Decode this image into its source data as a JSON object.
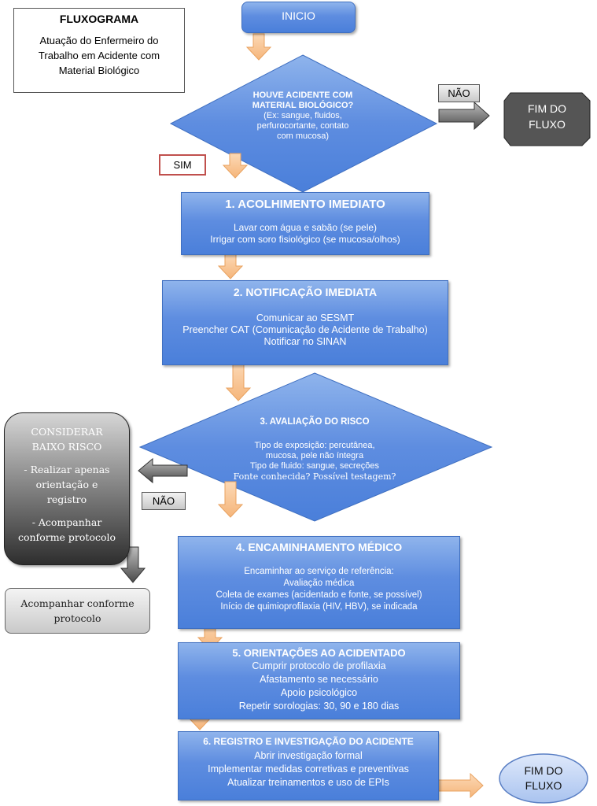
{
  "title_box": {
    "title": "FLUXOGRAMA",
    "subtitle_lines": [
      "Atuação do Enfermeiro do",
      "Trabalho em Acidente com",
      "Material Biológico"
    ]
  },
  "start": {
    "label": "INICIO"
  },
  "decision1": {
    "heading_lines": [
      "HOUVE ACIDENTE COM",
      "MATERIAL BIOLÓGICO?"
    ],
    "detail_lines": [
      "(Ex: sangue, fluidos,",
      "perfurocortante, contato",
      "com mucosa)"
    ]
  },
  "no_label_1": "NÃO",
  "end_top": {
    "lines": [
      "FIM DO",
      "FLUXO"
    ]
  },
  "yes_label": "SIM",
  "step1": {
    "title": "1.  ACOLHIMENTO IMEDIATO",
    "lines": [
      "Lavar com água e sabão (se pele)",
      "Irrigar com soro fisiológico (se mucosa/olhos)"
    ]
  },
  "step2": {
    "title": "2. NOTIFICAÇÃO IMEDIATA",
    "lines": [
      "Comunicar ao SESMT",
      "Preencher CAT (Comunicação de Acidente de Trabalho)",
      "Notificar no SINAN"
    ]
  },
  "decision2": {
    "heading": "3. AVALIAÇÃO DO RISCO",
    "lines": [
      "Tipo de exposição: percutânea,",
      "mucosa, pele não íntegra",
      "Tipo de fluido: sangue, secreções",
      "Fonte conhecida? Possível testagem?"
    ]
  },
  "no_label_2": "NÃO",
  "low_risk": {
    "lines": [
      "CONSIDERAR",
      "BAIXO RISCO",
      "",
      "- Realizar apenas",
      "orientação e",
      "registro",
      "",
      "- Acompanhar",
      "conforme protocolo"
    ]
  },
  "follow_box": {
    "lines": [
      "Acompanhar conforme",
      "protocolo"
    ]
  },
  "step4": {
    "title": "4. ENCAMINHAMENTO MÉDICO",
    "lines": [
      "Encaminhar ao serviço de referência:",
      "Avaliação médica",
      "Coleta de exames (acidentado e fonte, se possível)",
      "Início de quimioprofilaxia (HIV, HBV), se indicada"
    ]
  },
  "step5": {
    "title": "5. ORIENTAÇÕES AO ACIDENTADO",
    "lines": [
      "Cumprir protocolo de profilaxia",
      "Afastamento se necessário",
      "Apoio psicológico",
      "Repetir sorologias: 30, 90 e 180 dias"
    ]
  },
  "step6": {
    "title": "6. REGISTRO E INVESTIGAÇÃO DO ACIDENTE",
    "lines": [
      "Abrir investigação formal",
      "Implementar medidas corretivas e preventivas",
      "Atualizar treinamentos e uso de EPIs"
    ]
  },
  "end_bottom": {
    "lines": [
      "FIM DO",
      "FLUXO"
    ]
  },
  "colors": {
    "process_blue": "#5e8de0",
    "arrow_orange": "#f9c08a",
    "tag_red_border": "#c0504d"
  }
}
